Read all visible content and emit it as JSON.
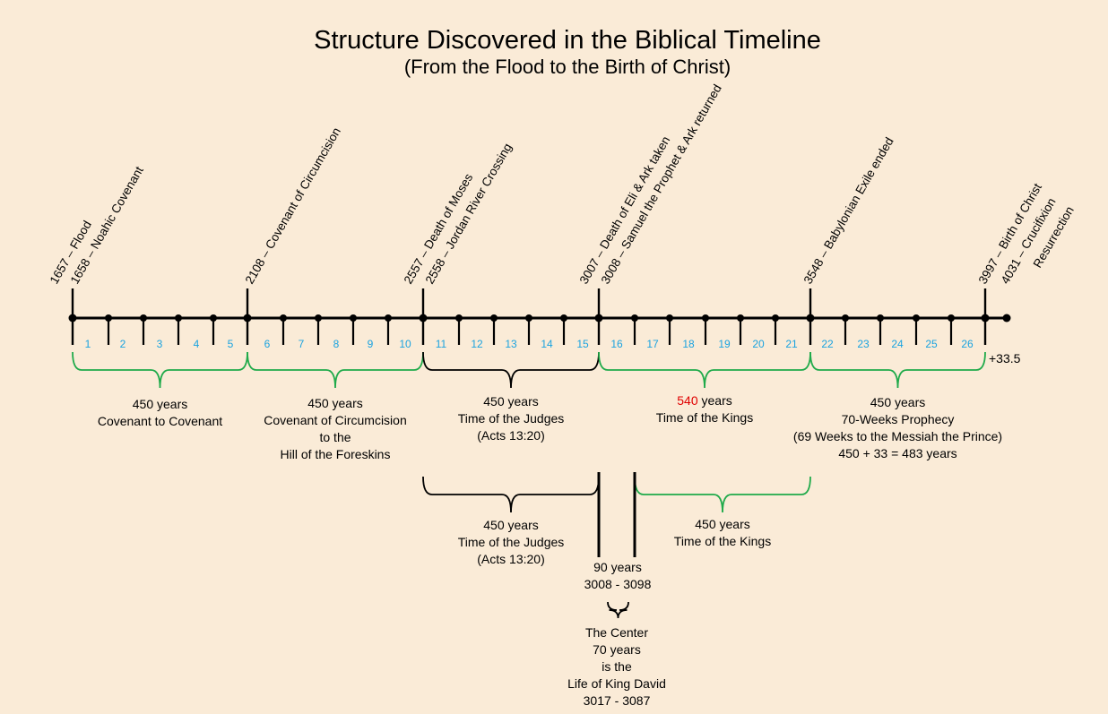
{
  "title": "Structure Discovered in the Biblical Timeline",
  "subtitle": "(From the Flood to the Birth of Christ)",
  "colors": {
    "background": "#FAEBD7",
    "segment_numbers": "#1aa3e0",
    "green_brace": "#1faa4a",
    "highlight": "#e00000"
  },
  "events": [
    {
      "lines": [
        "1657 – Flood",
        "1658 – Noahic Covenant"
      ]
    },
    {
      "lines": [
        "2108 – Covenant of Circumcision"
      ]
    },
    {
      "lines": [
        "2557 – Death of Moses",
        "2558 – Jordan River Crossing"
      ]
    },
    {
      "lines": [
        "3007 – Death of Eli & Ark taken",
        "3008 – Samuel the Prophet & Ark returned"
      ]
    },
    {
      "lines": [
        "3548 – Babylonian Exile ended"
      ]
    },
    {
      "lines": [
        "3997 – Birth of Christ",
        "4031 – Crucifixion",
        "Resurrection"
      ]
    }
  ],
  "segments": [
    "1",
    "2",
    "3",
    "4",
    "5",
    "6",
    "7",
    "8",
    "9",
    "10",
    "11",
    "12",
    "13",
    "14",
    "15",
    "16",
    "17",
    "18",
    "19",
    "20",
    "21",
    "22",
    "23",
    "24",
    "25",
    "26"
  ],
  "extra_label": "+33.5",
  "periods": [
    {
      "lines": [
        "450 years",
        "Covenant to Covenant"
      ],
      "brace": "green"
    },
    {
      "lines": [
        "450 years",
        "Covenant of Circumcision",
        "to the",
        "Hill of the Foreskins"
      ],
      "brace": "green"
    },
    {
      "lines": [
        "450 years",
        "Time of the Judges",
        "(Acts 13:20)"
      ],
      "brace": "black"
    },
    {
      "lines": [
        "years",
        "Time of the Kings"
      ],
      "highlight_number": "540",
      "brace": "green"
    },
    {
      "lines": [
        "450 years",
        "70-Weeks Prophecy",
        "(69 Weeks to the Messiah the Prince)",
        "450 + 33 = 483 years"
      ],
      "brace": "green"
    }
  ],
  "lower": {
    "judges": {
      "lines": [
        "450 years",
        "Time of the Judges",
        "(Acts 13:20)"
      ]
    },
    "kings": {
      "lines": [
        "450 years",
        "Time of the Kings"
      ]
    },
    "gap": {
      "lines": [
        "90 years",
        "3008 - 3098"
      ]
    },
    "center": {
      "lines": [
        "The Center",
        "70 years",
        "is the",
        "Life of King David",
        "3017 - 3087"
      ]
    }
  }
}
